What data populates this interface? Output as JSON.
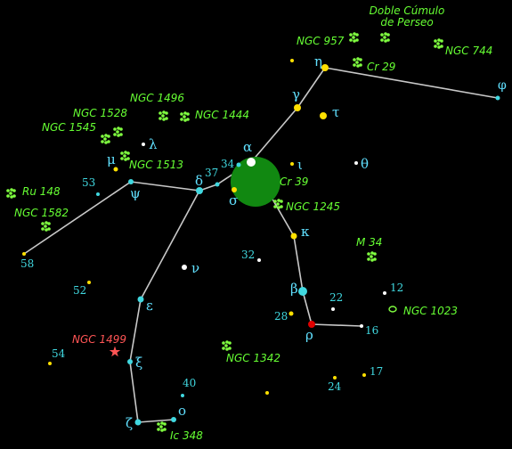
{
  "colors": {
    "background": "#000000",
    "line": "#c8c8c8",
    "star_cyan": "#40d8e0",
    "star_yellow": "#ffe000",
    "star_white": "#ffffff",
    "star_red": "#e00000",
    "dso_green": "#80ff40",
    "label_green": "#66ff33",
    "greek_cyan": "#60e0ff",
    "nebula_red": "#ff5555",
    "cr39_fill": "#118811"
  },
  "stars": [
    {
      "id": "eta",
      "label": "η",
      "color": "yellow"
    },
    {
      "id": "gamma",
      "label": "γ",
      "color": "yellow"
    },
    {
      "id": "tau",
      "label": "τ",
      "color": "yellow"
    },
    {
      "id": "alpha",
      "label": "α",
      "color": "white"
    },
    {
      "id": "iota",
      "label": "ι",
      "color": "yellow"
    },
    {
      "id": "theta",
      "label": "θ",
      "color": "white"
    },
    {
      "id": "phi",
      "label": "φ",
      "color": "cyan"
    },
    {
      "id": "f34",
      "label": "34",
      "color": "cyan"
    },
    {
      "id": "f37",
      "label": "37",
      "color": "cyan"
    },
    {
      "id": "delta",
      "label": "δ",
      "color": "cyan"
    },
    {
      "id": "sigma",
      "label": "σ",
      "color": "yellow"
    },
    {
      "id": "psi",
      "label": "ψ",
      "color": "cyan"
    },
    {
      "id": "mu",
      "label": "μ",
      "color": "yellow"
    },
    {
      "id": "f53",
      "label": "53",
      "color": "cyan"
    },
    {
      "id": "lambda",
      "label": "λ",
      "color": "white"
    },
    {
      "id": "f58",
      "label": "58",
      "color": "yellow"
    },
    {
      "id": "kappa",
      "label": "κ",
      "color": "yellow"
    },
    {
      "id": "f32",
      "label": "32",
      "color": "white"
    },
    {
      "id": "nu",
      "label": "ν",
      "color": "white"
    },
    {
      "id": "f52",
      "label": "52",
      "color": "yellow"
    },
    {
      "id": "epsilon",
      "label": "ε",
      "color": "cyan"
    },
    {
      "id": "beta",
      "label": "β",
      "color": "cyan"
    },
    {
      "id": "f22",
      "label": "22",
      "color": "white"
    },
    {
      "id": "f12",
      "label": "12",
      "color": "white"
    },
    {
      "id": "f28",
      "label": "28",
      "color": "yellow"
    },
    {
      "id": "rho",
      "label": "ρ",
      "color": "red"
    },
    {
      "id": "f16",
      "label": "16",
      "color": "white"
    },
    {
      "id": "f54",
      "label": "54",
      "color": "yellow"
    },
    {
      "id": "xi",
      "label": "ξ",
      "color": "cyan"
    },
    {
      "id": "f40",
      "label": "40",
      "color": "cyan"
    },
    {
      "id": "zeta",
      "label": "ζ",
      "color": "cyan"
    },
    {
      "id": "omicron",
      "label": "ο",
      "color": "cyan"
    },
    {
      "id": "f24",
      "label": "24",
      "color": "yellow"
    },
    {
      "id": "f17",
      "label": "17",
      "color": "yellow"
    },
    {
      "id": "s_unl1",
      "label": "",
      "color": "yellow"
    },
    {
      "id": "s_unl2",
      "label": "",
      "color": "yellow"
    }
  ],
  "objects": [
    {
      "id": "ngc957",
      "label": "NGC 957",
      "type": "open-cluster"
    },
    {
      "id": "double_cluster",
      "label_lines": [
        "Doble Cúmulo",
        "de Perseo"
      ],
      "type": "open-cluster"
    },
    {
      "id": "ngc744",
      "label": "NGC 744",
      "type": "open-cluster"
    },
    {
      "id": "cr29",
      "label": "Cr 29",
      "type": "open-cluster"
    },
    {
      "id": "ngc1496",
      "label": "NGC 1496",
      "type": "open-cluster"
    },
    {
      "id": "ngc1528",
      "label": "NGC 1528",
      "type": "open-cluster"
    },
    {
      "id": "ngc1444",
      "label": "NGC 1444",
      "type": "open-cluster"
    },
    {
      "id": "ngc1545",
      "label": "NGC 1545",
      "type": "open-cluster"
    },
    {
      "id": "ngc1513",
      "label": "NGC 1513",
      "type": "open-cluster"
    },
    {
      "id": "ru148",
      "label": "Ru 148",
      "type": "open-cluster"
    },
    {
      "id": "ngc1582",
      "label": "NGC 1582",
      "type": "open-cluster"
    },
    {
      "id": "cr39",
      "label": "Cr 39",
      "type": "large-cluster"
    },
    {
      "id": "ngc1245",
      "label": "NGC 1245",
      "type": "open-cluster"
    },
    {
      "id": "m34",
      "label": "M 34",
      "type": "open-cluster"
    },
    {
      "id": "ngc1023",
      "label": "NGC 1023",
      "type": "galaxy"
    },
    {
      "id": "ngc1499",
      "label": "NGC 1499",
      "type": "nebula"
    },
    {
      "id": "ngc1342",
      "label": "NGC 1342",
      "type": "open-cluster"
    },
    {
      "id": "ic348",
      "label": "Ic 348",
      "type": "open-cluster"
    }
  ],
  "constellation_lines": [
    [
      "phi",
      "eta"
    ],
    [
      "eta",
      "gamma"
    ],
    [
      "gamma",
      "alpha"
    ],
    [
      "alpha",
      "f37"
    ],
    [
      "f37",
      "delta"
    ],
    [
      "delta",
      "psi"
    ],
    [
      "psi",
      "f58"
    ],
    [
      "delta",
      "epsilon"
    ],
    [
      "epsilon",
      "xi"
    ],
    [
      "xi",
      "zeta"
    ],
    [
      "zeta",
      "omicron"
    ],
    [
      "alpha",
      "kappa"
    ],
    [
      "kappa",
      "beta"
    ],
    [
      "beta",
      "rho"
    ],
    [
      "rho",
      "f16"
    ]
  ]
}
